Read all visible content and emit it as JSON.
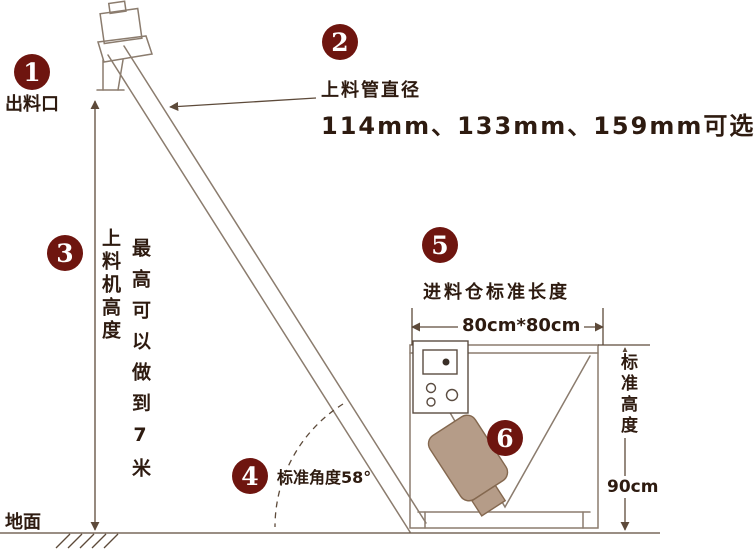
{
  "badges": {
    "b1": "1",
    "b2": "2",
    "b3": "3",
    "b4": "4",
    "b5": "5",
    "b6": "6"
  },
  "labels": {
    "outlet": "出料口",
    "pipe_title": "上料管直径",
    "pipe_options": "114mm、133mm、159mm可选",
    "height_label": "上料机高度",
    "height_note": "最高可以做到7米",
    "angle": "标准角度58°",
    "hopper_title": "进料仓标准长度",
    "hopper_size": "80cm*80cm",
    "std_height": "标准高度",
    "std_height_value": "90cm",
    "ground": "地面"
  },
  "colors": {
    "badge": "#6e150f",
    "text": "#2e1b10",
    "line": "#8b7c6e",
    "line_dark": "#5d4a3a",
    "motor": "#b59c88"
  }
}
